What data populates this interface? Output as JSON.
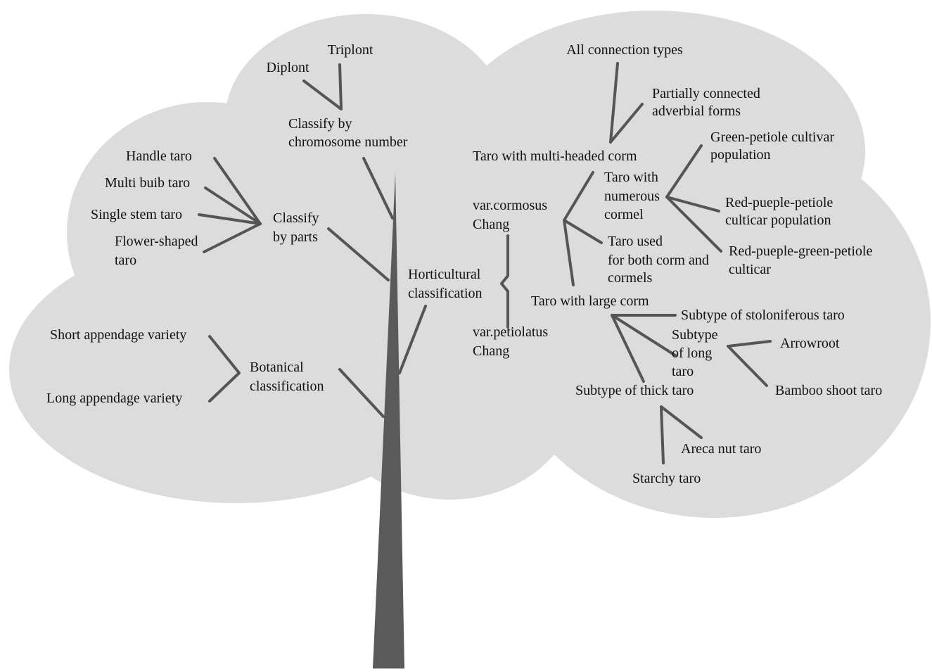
{
  "colors": {
    "canopy": "#dcdcdc",
    "trunk": "#5a5a5a",
    "branch": "#555555",
    "text": "#111111",
    "background": "#ffffff"
  },
  "labels": {
    "triplont": "Triplont",
    "diplont": "Diplont",
    "chromosome_1": "Classify by",
    "chromosome_2": "chromosome number",
    "handle_taro": "Handle taro",
    "multi_bulb_taro": "Multi buib taro",
    "single_stem_taro": "Single stem taro",
    "flower_shaped_1": "Flower-shaped",
    "flower_shaped_2": "taro",
    "parts_1": "Classify",
    "parts_2": "by parts",
    "short_appendage": "Short appendage variety",
    "long_appendage": "Long appendage variety",
    "botanical_1": "Botanical",
    "botanical_2": "classification",
    "horticultural_1": "Horticultural",
    "horticultural_2": "classification",
    "cormosus_1": "var.cormosus",
    "cormosus_2": "Chang",
    "petiolatus_1": "var.petiolatus",
    "petiolatus_2": "Chang",
    "all_connection": "All connection types",
    "partially_1": "Partially connected",
    "partially_2": "adverbial forms",
    "multi_headed": "Taro with multi-headed corm",
    "numerous_1": "Taro with",
    "numerous_2": "numerous",
    "numerous_3": "cormel",
    "green_1": "Green-petiole cultivar",
    "green_2": "population",
    "red_1": "Red-pueple-petiole",
    "red_2": "culticar population",
    "red_green_1": "Red-pueple-green-petiole",
    "red_green_2": "culticar",
    "both_1": "Taro used",
    "both_2": "for both corm and",
    "both_3": "cormels",
    "large_corm": "Taro with large corm",
    "stoloniferous": "Subtype of stoloniferous taro",
    "long_1": "Subtype",
    "long_2": "of long",
    "long_3": "taro",
    "arrowroot": "Arrowroot",
    "bamboo": "Bamboo shoot taro",
    "thick": "Subtype of thick taro",
    "areca": "Areca nut taro",
    "starchy": "Starchy taro"
  }
}
